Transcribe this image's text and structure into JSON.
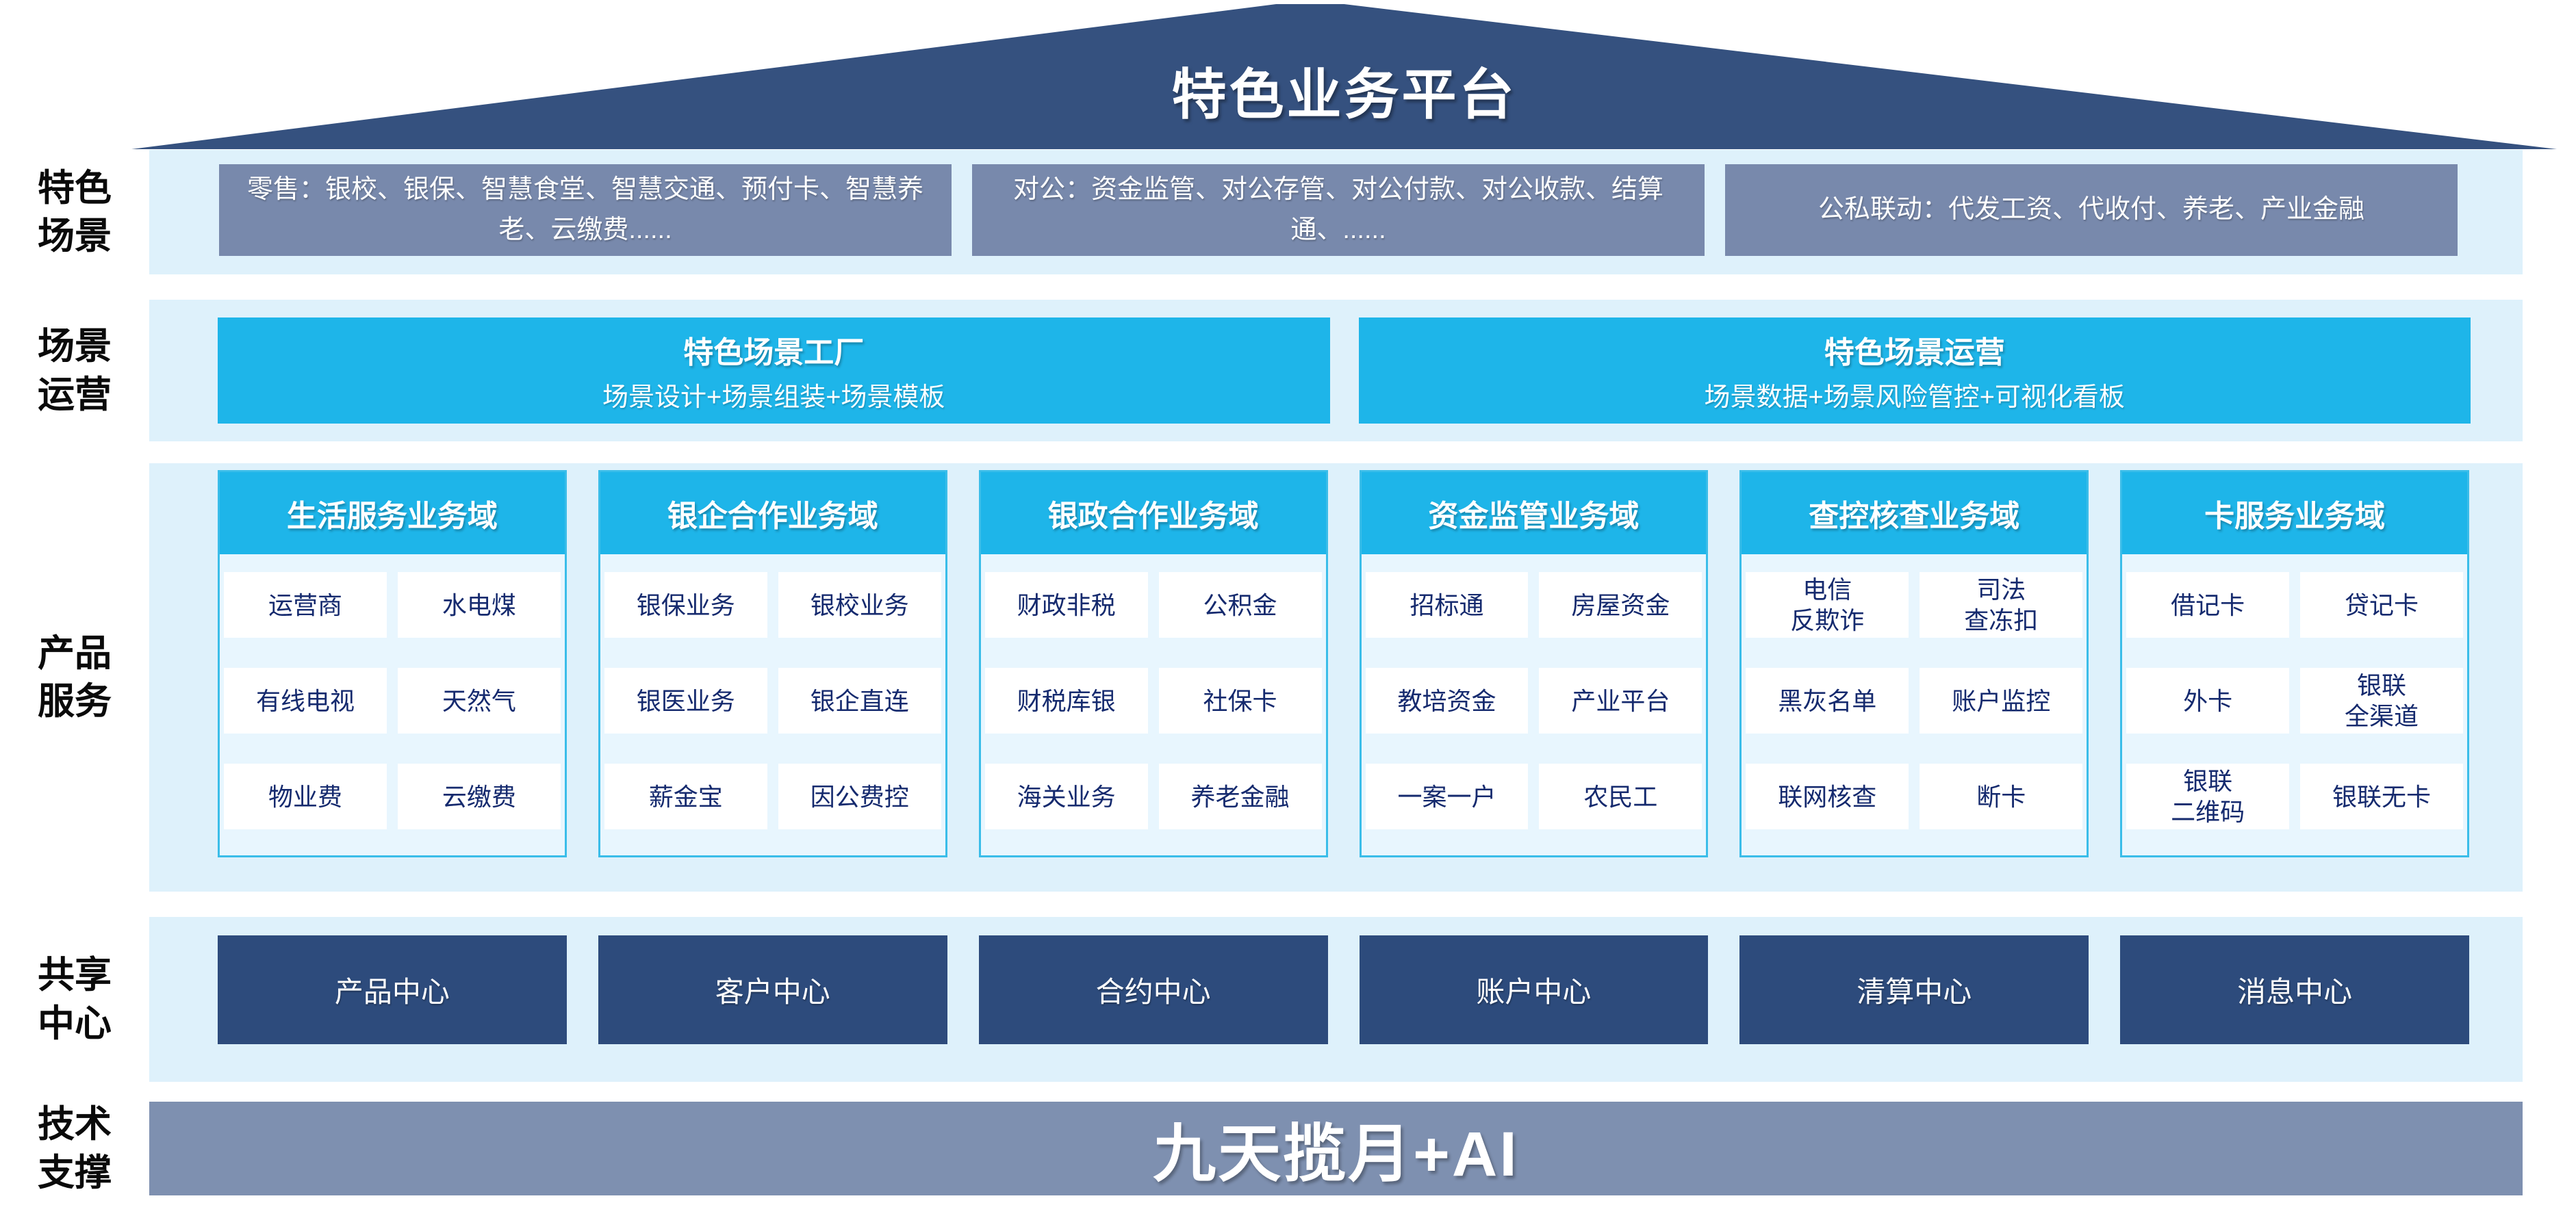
{
  "roof": {
    "title": "特色业务平台"
  },
  "colors": {
    "roof_navy": "#35517F",
    "slate": "#7889AC",
    "band_blue": "#DEF1FB",
    "cyan": "#1EB5E9",
    "panel_bg": "#E8F6FE",
    "panel_border": "#3ABDE9",
    "cell_text_navy": "#152A6E",
    "center_navy": "#2D4B7C"
  },
  "rows": {
    "scenes": {
      "label": "特色\n场景",
      "boxes": [
        "零售：银校、银保、智慧食堂、智慧交通、预付卡、智慧养老、云缴费......",
        "对公：资金监管、对公存管、对公付款、对公收款、结算通、......",
        "公私联动：代发工资、代收付、养老、产业金融"
      ]
    },
    "operation": {
      "label": "场景\n运营",
      "boxes": [
        {
          "title": "特色场景工厂",
          "subtitle": "场景设计+场景组装+场景模板"
        },
        {
          "title": "特色场景运营",
          "subtitle": "场景数据+场景风险管控+可视化看板"
        }
      ]
    },
    "products": {
      "label": "产品\n服务",
      "domains": [
        {
          "title": "生活服务业务域",
          "items": [
            "运营商",
            "水电煤",
            "有线电视",
            "天然气",
            "物业费",
            "云缴费"
          ]
        },
        {
          "title": "银企合作业务域",
          "items": [
            "银保业务",
            "银校业务",
            "银医业务",
            "银企直连",
            "薪金宝",
            "因公费控"
          ]
        },
        {
          "title": "银政合作业务域",
          "items": [
            "财政非税",
            "公积金",
            "财税库银",
            "社保卡",
            "海关业务",
            "养老金融"
          ]
        },
        {
          "title": "资金监管业务域",
          "items": [
            "招标通",
            "房屋资金",
            "教培资金",
            "产业平台",
            "一案一户",
            "农民工"
          ]
        },
        {
          "title": "查控核查业务域",
          "items": [
            "电信\n反欺诈",
            "司法\n查冻扣",
            "黑灰名单",
            "账户监控",
            "联网核查",
            "断卡"
          ]
        },
        {
          "title": "卡服务业务域",
          "items": [
            "借记卡",
            "贷记卡",
            "外卡",
            "银联\n全渠道",
            "银联\n二维码",
            "银联无卡"
          ]
        }
      ]
    },
    "sharing": {
      "label": "共享\n中心",
      "centers": [
        "产品中心",
        "客户中心",
        "合约中心",
        "账户中心",
        "清算中心",
        "消息中心"
      ]
    },
    "tech": {
      "label": "技术\n支撑",
      "bar": "九天揽月+AI"
    }
  }
}
